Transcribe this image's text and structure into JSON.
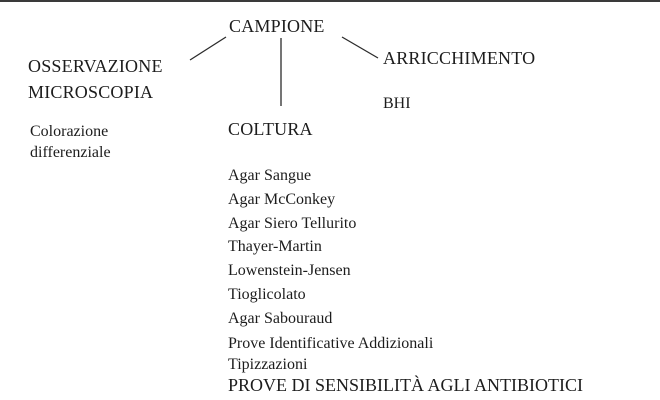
{
  "root": {
    "label": "CAMPIONE"
  },
  "left_branch": {
    "title_lines": [
      "OSSERVAZIONE",
      "MICROSCOPIA"
    ],
    "sub_lines": [
      "Colorazione",
      "differenziale"
    ]
  },
  "right_branch": {
    "title": "ARRICCHIMENTO",
    "medium": "BHI"
  },
  "center_branch": {
    "title": "COLTURA",
    "media": [
      "Agar Sangue",
      "Agar McConkey",
      "Agar Siero Tellurito",
      "Thayer-Martin",
      "Lowenstein-Jensen",
      "Tioglicolato",
      "Agar Sabouraud"
    ],
    "followups": [
      "Prove Identificative Addizionali",
      "Tipizzazioni",
      "PROVE DI SENSIBILITÀ AGLI ANTIBIOTICI"
    ]
  }
}
